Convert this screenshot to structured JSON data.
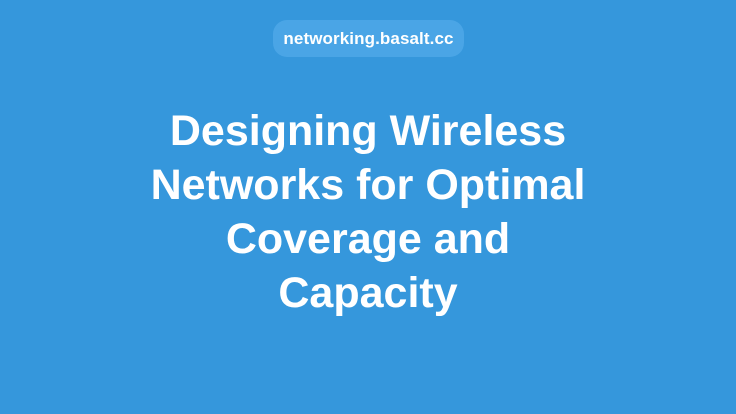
{
  "site": {
    "domain_label": "networking.basalt.cc"
  },
  "article": {
    "title_lines": [
      "Designing Wireless",
      "Networks for Optimal",
      "Coverage and",
      "Capacity"
    ]
  },
  "colors": {
    "background": "#3597dc",
    "pill_background": "#4aa5e6",
    "text": "#ffffff"
  }
}
